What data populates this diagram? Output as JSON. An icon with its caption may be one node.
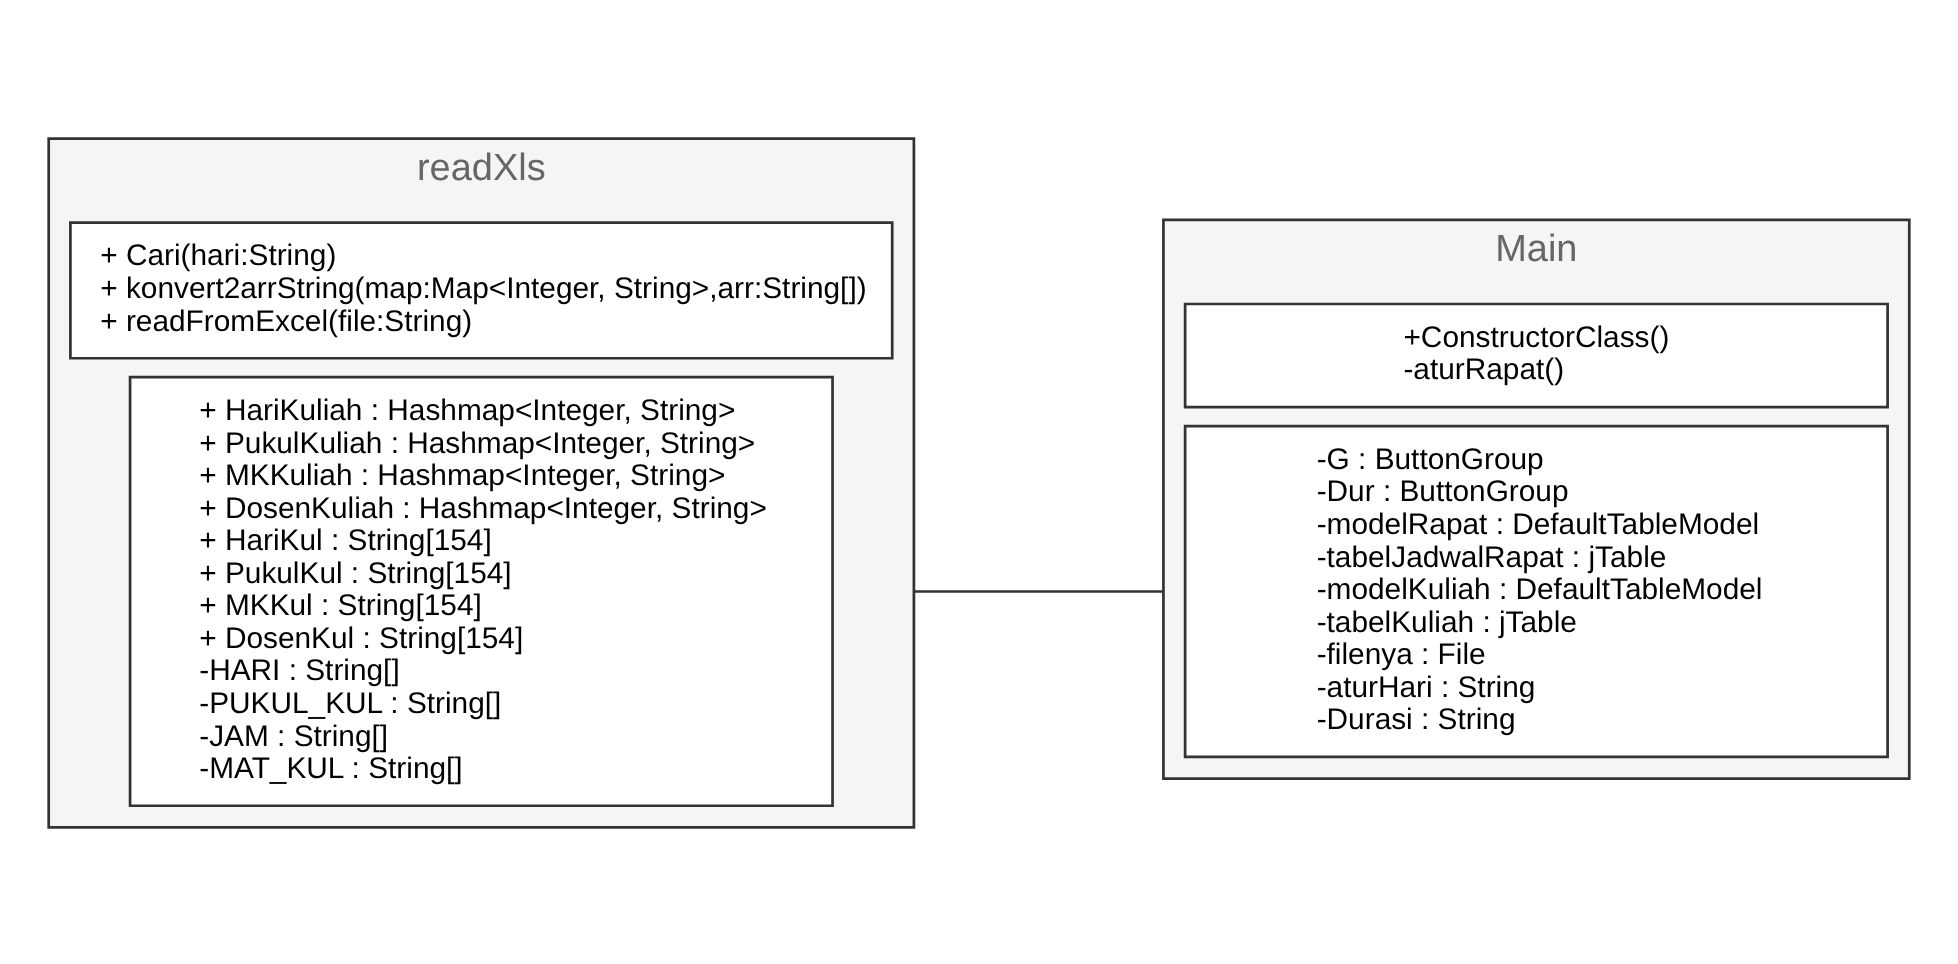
{
  "diagram": {
    "nodes": [
      {
        "text": [
          "readXls"
        ]
      },
      {
        "text": [
          "+ HariKuliah : Hashmap<Integer, String>",
          "+ PukulKuliah : Hashmap<Integer, String>",
          "+ MKKuliah : Hashmap<Integer, String>",
          "+ DosenKuliah : Hashmap<Integer, String>",
          "+ HariKul : String[154]",
          "+ PukulKul : String[154]",
          "+ MKKul : String[154]",
          "+ DosenKul : String[154]",
          "-HARI : String[]",
          "-PUKUL_KUL : String[]",
          "-JAM : String[]",
          "-MAT_KUL : String[]"
        ],
        "in": 0
      },
      {
        "text": [
          "+ Cari(hari:String)",
          "+ konvert2arrString(map:Map<Integer, String>,arr:String[])",
          "+ readFromExcel(file:String)"
        ],
        "in": 0
      },
      {
        "text": [
          "Main"
        ]
      },
      {
        "text": [
          "-G : ButtonGroup",
          "-Dur : ButtonGroup",
          "-modelRapat : DefaultTableModel",
          "-tabelJadwalRapat : jTable",
          "-modelKuliah : DefaultTableModel",
          "-tabelKuliah : jTable",
          "-filenya : File",
          "-aturHari : String",
          "-Durasi : String"
        ],
        "in": 3
      },
      {
        "text": [
          "+ConstructorClass()",
          "-aturRapat()"
        ],
        "in": 3
      }
    ],
    "edges": [
      {
        "from": 0,
        "to": 3,
        "arrow": "none"
      }
    ]
  }
}
